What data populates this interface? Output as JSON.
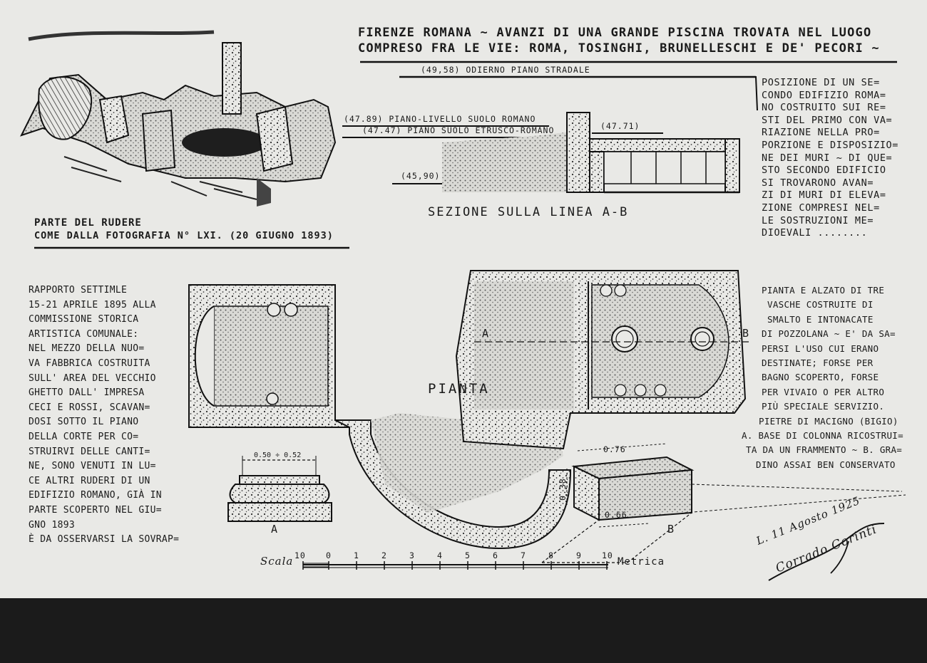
{
  "title": {
    "line1": "FIRENZE ROMANA ~ AVANZI DI UNA GRANDE PISCINA TROVATA NEL LUOGO",
    "line2": "COMPRESO FRA LE VIE: ROMA, TOSINGHI, BRUNELLESCHI E DE' PECORI ~"
  },
  "sketch_caption": {
    "line1": "PARTE DEL RUDERE",
    "line2": "COME DALLA FOTOGRAFIA N° LXI. (20 GIUGNO 1893)"
  },
  "section": {
    "street_level": "(49,58) ODIERNO PIANO STRADALE",
    "roman_level": "(47.89) PIANO-LIVELLO SUOLO ROMANO",
    "etruscan_level": "(47.47) PIANO SUOLO ETRUSCO-ROMANO",
    "level_right": "(47.71)",
    "level_bottom": "(45,90)",
    "caption": "SEZIONE SULLA LINEA A-B"
  },
  "right_text_top": [
    "POSIZIONE DI UN SE=",
    "CONDO EDIFIZIO ROMA=",
    "NO COSTRUITO SUI RE=",
    "STI DEL PRIMO CON VA=",
    "RIAZIONE NELLA PRO=",
    "PORZIONE E DISPOSIZIO=",
    "NE DEI MURI ~ DI QUE=",
    "STO SECONDO EDIFICIO",
    "SI TROVARONO AVAN=",
    "ZI DI MURI DI ELEVA=",
    "ZIONE COMPRESI NEL=",
    "LE SOSTRUZIONI ME=",
    "DIOEVALI ........"
  ],
  "right_text_bottom": [
    "PIANTA E ALZATO DI TRE",
    "VASCHE COSTRUITE DI",
    "SMALTO E INTONACATE",
    "DI POZZOLANA ~ E' DA SA=",
    "PERSI L'USO CUI ERANO",
    "DESTINATE; FORSE PER",
    "BAGNO SCOPERTO, FORSE",
    "PER VIVAIO O PER ALTRO",
    "PIÙ SPECIALE SERVIZIO.",
    "PIETRE DI MACIGNO (BIGIO)",
    "A. BASE DI COLONNA RICOSTRUI=",
    "TA DA UN FRAMMENTO ~ B. GRA=",
    "DINO ASSAI BEN CONSERVATO"
  ],
  "left_text": [
    "RAPPORTO SETTIMLE",
    "15-21 APRILE 1895 ALLA",
    "COMMISSIONE STORICA",
    "ARTISTICA COMUNALE:",
    "NEL MEZZO DELLA NUO=",
    "VA FABBRICA COSTRUITA",
    "SULL' AREA DEL VECCHIO",
    "GHETTO DALL' IMPRESA",
    "CECI E ROSSI, SCAVAN=",
    "DOSI SOTTO IL PIANO",
    "DELLA CORTE PER CO=",
    "STRUIRVI DELLE CANTI=",
    "NE, SONO VENUTI IN LU=",
    "CE ALTRI RUDERI DI UN",
    "EDIFIZIO ROMANO, GIÀ IN",
    "PARTE SCOPERTO NEL GIU=",
    "GNO 1893",
    "È DA OSSERVARSI LA SOVRAP="
  ],
  "plan": {
    "label": "PIANTA",
    "marker_a": "A",
    "marker_b": "B"
  },
  "column_base": {
    "dimension": "0.50 ÷ 0.52",
    "label": "A"
  },
  "step_block": {
    "dim_top": "0.76",
    "dim_side": "0.38",
    "dim_bottom": "0.66",
    "label": "B"
  },
  "scale": {
    "left_label": "Scala",
    "right_label": "Metrica",
    "ticks": [
      "10",
      "0",
      "1",
      "2",
      "3",
      "4",
      "5",
      "6",
      "7",
      "8",
      "9",
      "10"
    ]
  },
  "signature": {
    "date": "L. 11 Agosto 1925",
    "name": "Corrado Corinti"
  },
  "colors": {
    "paper": "#e9e9e6",
    "ink": "#1a1a1a",
    "border": "#1b1b1b"
  }
}
